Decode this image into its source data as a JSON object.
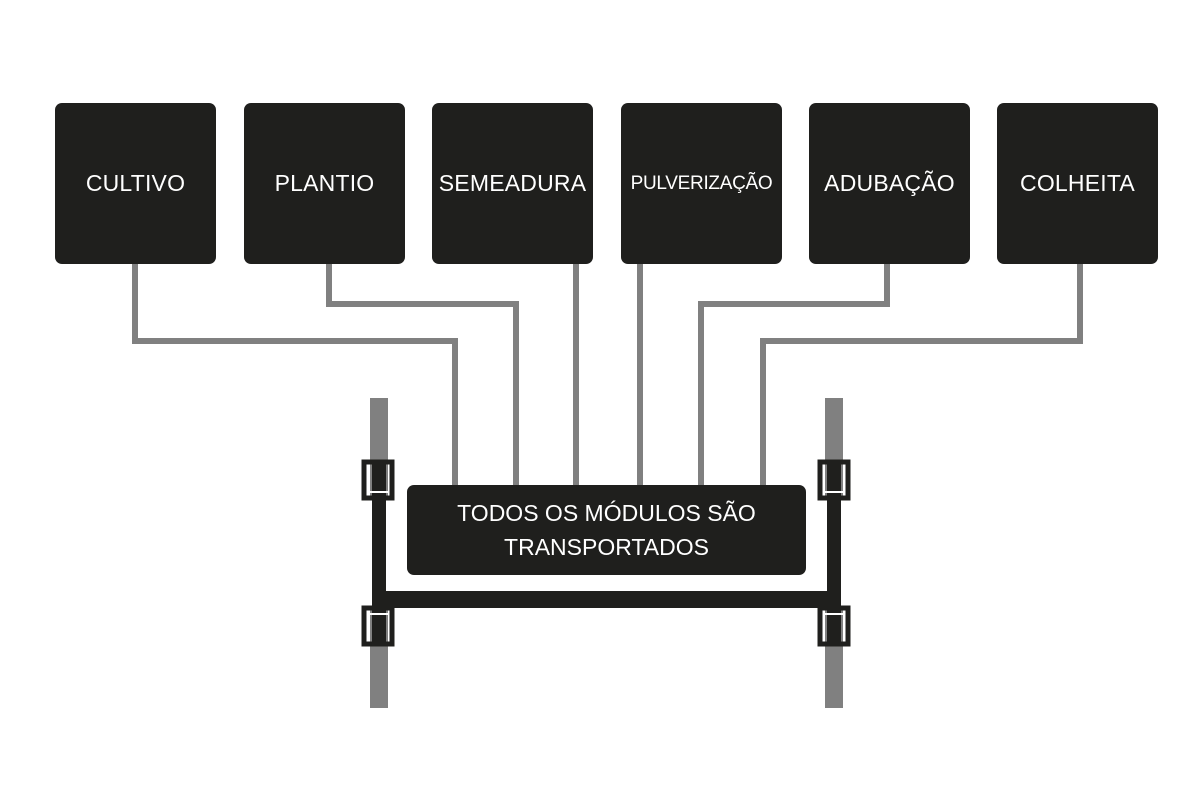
{
  "modules": [
    {
      "id": "cultivo",
      "label": "CULTIVO"
    },
    {
      "id": "plantio",
      "label": "PLANTIO"
    },
    {
      "id": "semeadura",
      "label": "SEMEADURA"
    },
    {
      "id": "pulverizacao",
      "label": "PULVERIZAÇÃO"
    },
    {
      "id": "adubacao",
      "label": "ADUBAÇÃO"
    },
    {
      "id": "colheita",
      "label": "COLHEITA"
    }
  ],
  "central": {
    "label": "TODOS OS MÓDULOS SÃO TRANSPORTADOS"
  },
  "colors": {
    "box": "#1f1f1d",
    "connector": "#808080",
    "frame": "#1f1f1d",
    "wheel": "#808080"
  }
}
